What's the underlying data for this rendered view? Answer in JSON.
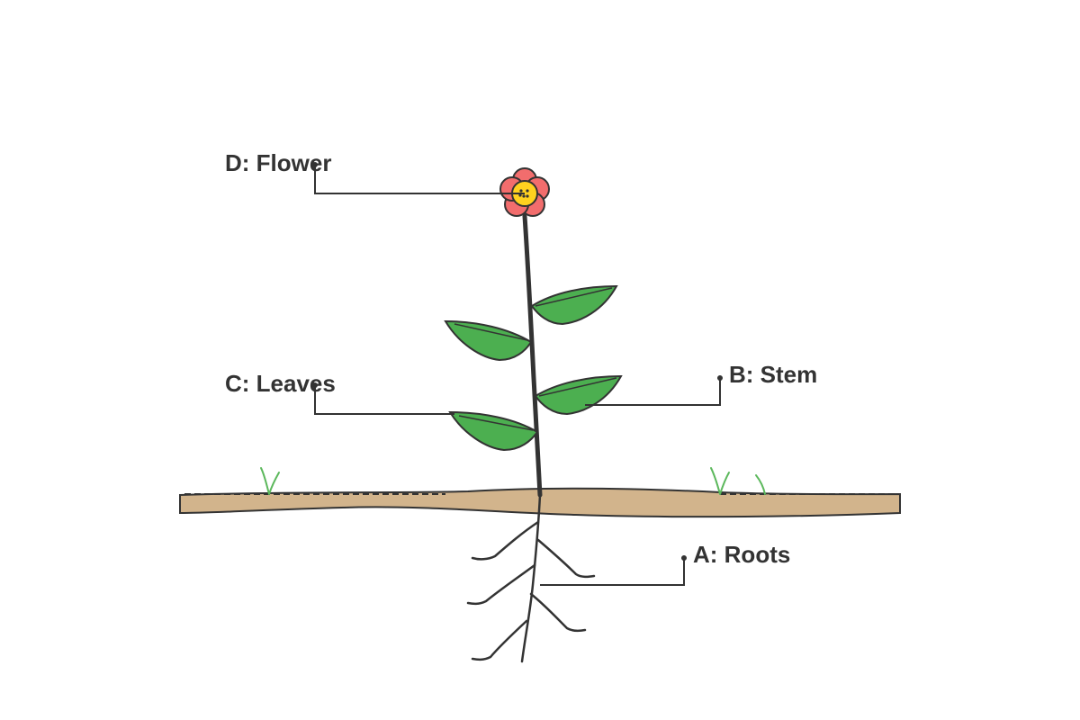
{
  "labels": {
    "flower": "D: Flower",
    "leaves": "C: Leaves",
    "stem": "B: Stem",
    "roots": "A: Roots"
  },
  "colors": {
    "outline": "#333333",
    "leaf": "#4caf50",
    "petal": "#f26d6d",
    "flower_center": "#ffd21f",
    "soil": "#d2b48c",
    "grass": "#5cb85c",
    "text": "#333333"
  }
}
